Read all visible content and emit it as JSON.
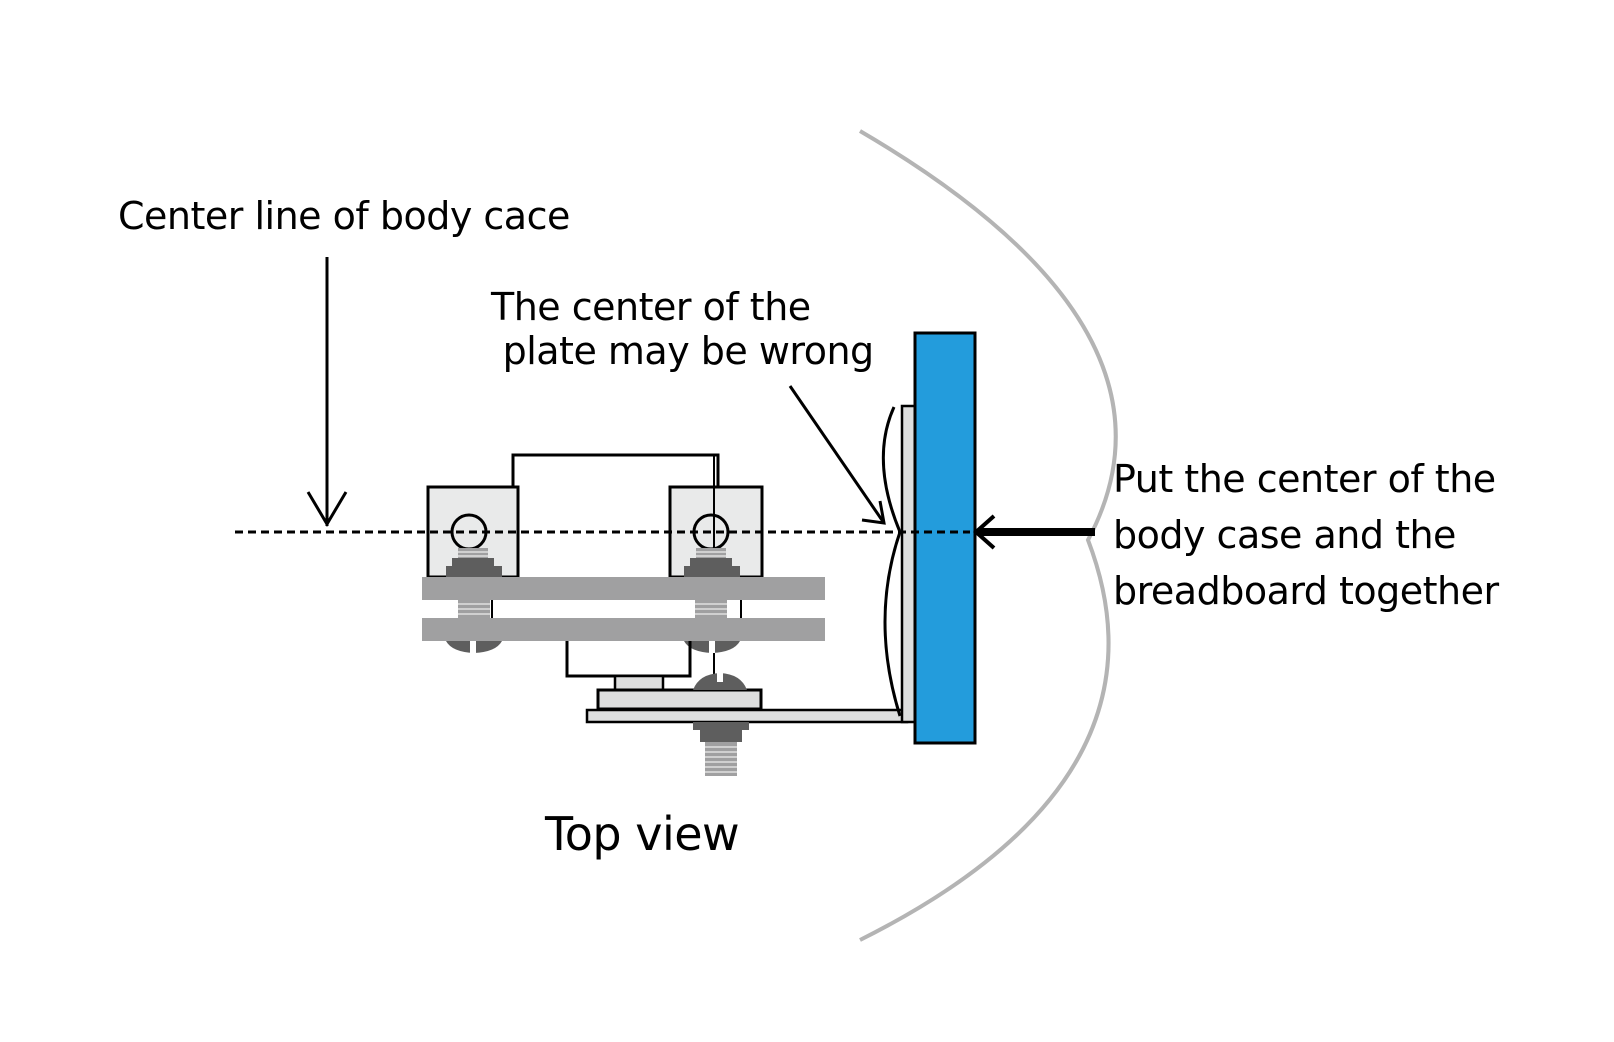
{
  "diagram": {
    "type": "mechanical-top-view",
    "view_label": "Top view",
    "labels": {
      "center_line": "Center line of body cace",
      "plate_center_line1": "The center of the",
      "plate_center_line2": " plate may be wrong",
      "instruction_line1": "Put the center of the",
      "instruction_line2": "body case and the",
      "instruction_line3": "breadboard together"
    },
    "components": [
      {
        "id": "body-case-arc",
        "name": "Body case outline (arc)"
      },
      {
        "id": "breadboard",
        "name": "Breadboard (blue)"
      },
      {
        "id": "mounting-plate",
        "name": "L-shaped mounting plate"
      },
      {
        "id": "left-bracket",
        "name": "Left bracket with screw"
      },
      {
        "id": "right-bracket",
        "name": "Right bracket with screw"
      },
      {
        "id": "upper-rail",
        "name": "Upper rail"
      },
      {
        "id": "lower-rail",
        "name": "Lower rail"
      },
      {
        "id": "motor-box",
        "name": "Motor / gearbox block"
      },
      {
        "id": "bottom-screw",
        "name": "Bottom mounting screw"
      }
    ],
    "colors": {
      "breadboard": "#239cdc",
      "rail": "#a0a0a1",
      "bracket": "#e9eaea",
      "plate": "#dddede",
      "screw": "#5e5e5e",
      "arc": "#b4b4b4",
      "line": "#000000"
    }
  }
}
